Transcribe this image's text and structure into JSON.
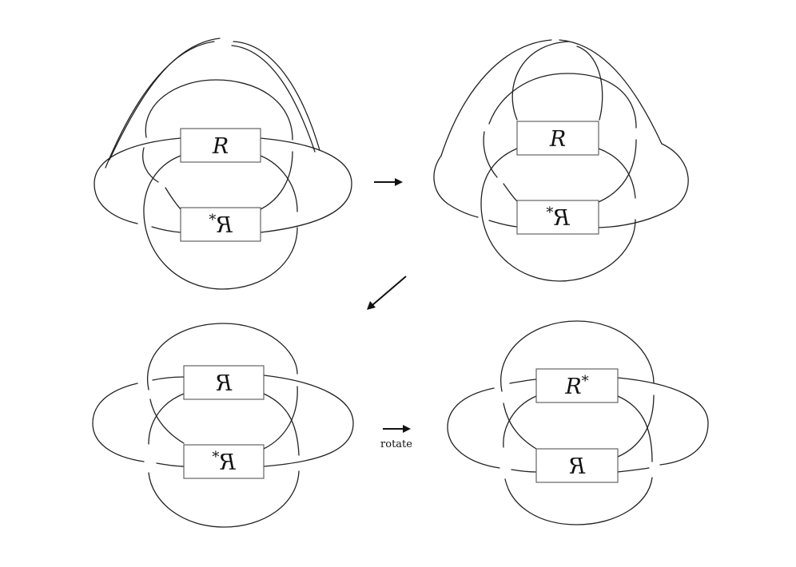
{
  "panels": [
    {
      "id": "top-left",
      "box_top": "R",
      "box_top_mirrored": false,
      "box_bottom": "R*",
      "box_bottom_mirrored": true
    },
    {
      "id": "top-right",
      "box_top": "R",
      "box_top_mirrored": false,
      "box_bottom": "R*",
      "box_bottom_mirrored": true
    },
    {
      "id": "bottom-left",
      "box_top": "R",
      "box_top_mirrored": true,
      "box_bottom": "R*",
      "box_bottom_mirrored": true
    },
    {
      "id": "bottom-right",
      "box_top": "R*",
      "box_top_mirrored": false,
      "box_bottom": "R",
      "box_bottom_mirrored": true
    }
  ],
  "arrows": {
    "bottom_label": "rotate"
  }
}
